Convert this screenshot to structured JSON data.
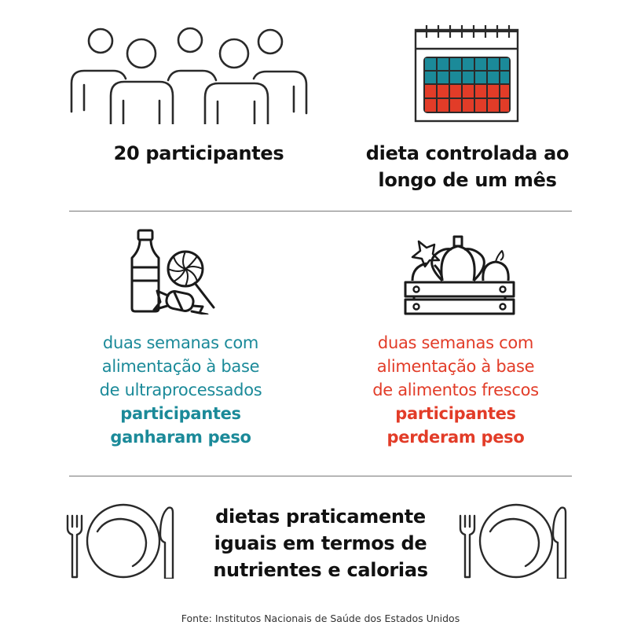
{
  "top_left": {
    "icon": "people-group-icon",
    "label": "20 participantes"
  },
  "top_right": {
    "icon": "calendar-icon",
    "label_lines": [
      "dieta controlada ao",
      "longo de um mês"
    ]
  },
  "middle_left": {
    "icon": "soda-candy-icon",
    "lines": [
      "duas semanas com",
      "alimentação à base",
      "de ultraprocessados"
    ],
    "bold_lines": [
      "participantes",
      "ganharam peso"
    ]
  },
  "middle_right": {
    "icon": "vegetable-crate-icon",
    "lines": [
      "duas semanas com",
      "alimentação à base",
      "de alimentos frescos"
    ],
    "bold_lines": [
      "participantes",
      "perderam peso"
    ]
  },
  "bottom": {
    "icons": [
      "plate-cutlery-icon",
      "plate-cutlery-icon"
    ],
    "lines": [
      "dietas praticamente",
      "iguais em termos de",
      "nutrientes e calorias"
    ]
  },
  "source": "Fonte: Institutos Nacionais de Saúde dos Estados Unidos",
  "colors": {
    "teal": "#1b8a99",
    "red": "#e23c28",
    "ink": "#2a2a2a"
  }
}
